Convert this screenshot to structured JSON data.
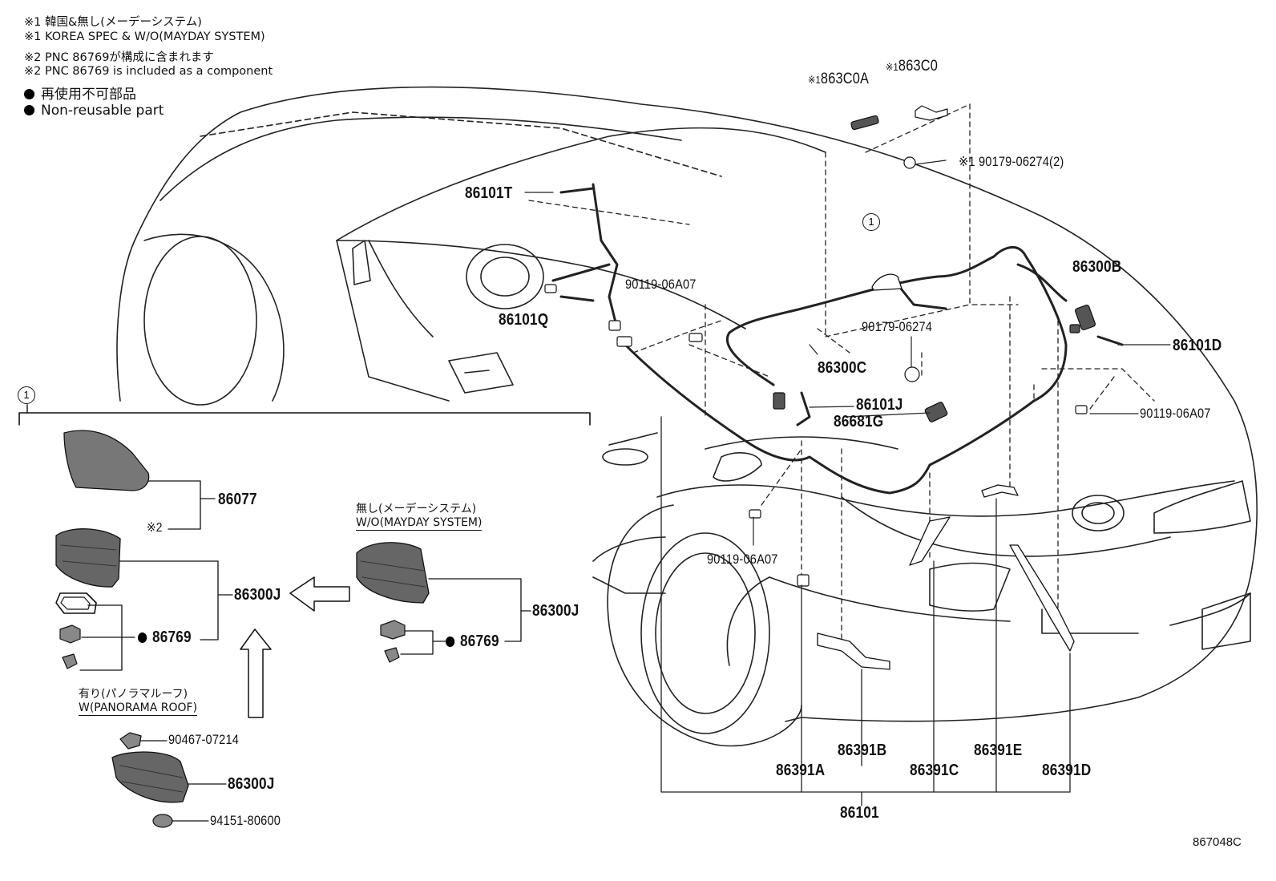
{
  "notes": {
    "n1_jp": "※1 韓国&無し(メーデーシステム)",
    "n1_en": "※1 KOREA SPEC & W/O(MAYDAY SYSTEM)",
    "n2_jp": "※2 PNC 86769が構成に含まれます",
    "n2_en": "※2 PNC 86769 is included as a component",
    "nr_jp": "再使用不可部品",
    "nr_en": "Non-reusable part"
  },
  "callout": "1",
  "parts": {
    "p863C0A_mark": "※1",
    "p863C0A": "863C0A",
    "p863C0_mark": "※1",
    "p863C0": "863C0",
    "p90179_2": "※1 90179-06274(2)",
    "p86101T": "86101T",
    "p90119_a": "90119-06A07",
    "p86101Q": "86101Q",
    "p90179": "90179-06274",
    "p86300B": "86300B",
    "p86101D": "86101D",
    "p86300C": "86300C",
    "p86101J": "86101J",
    "p86681G": "86681G",
    "p90119_b": "90119-06A07",
    "p90119_c": "90119-06A07",
    "p86391A": "86391A",
    "p86391B": "86391B",
    "p86391C": "86391C",
    "p86391E": "86391E",
    "p86391D": "86391D",
    "p86101": "86101",
    "p86077": "86077",
    "p86077_mark": "※2",
    "p86300J_1": "86300J",
    "p86769_1": "86769",
    "p86300J_2": "86300J",
    "p86769_2": "86769",
    "p90467": "90467-07214",
    "p86300J_3": "86300J",
    "p94151": "94151-80600"
  },
  "variants": {
    "wo_mayday_jp": "無し(メーデーシステム)",
    "wo_mayday_en": "W/O(MAYDAY SYSTEM)",
    "w_pano_jp": "有り(パノラマルーフ)",
    "w_pano_en": "W(PANORAMA ROOF)"
  },
  "diagram_code": "867048C"
}
